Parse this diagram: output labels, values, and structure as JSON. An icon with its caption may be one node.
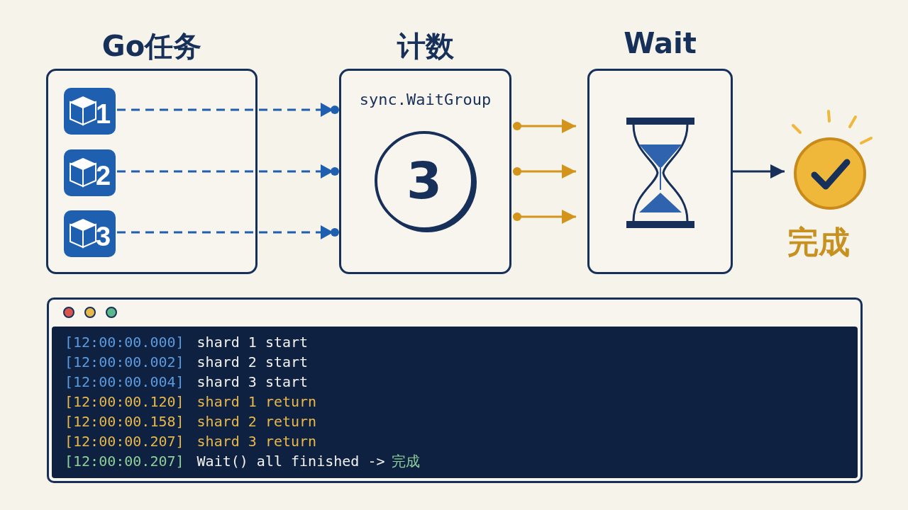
{
  "diagram": {
    "nodes": [
      {
        "text": [
          "Go任务"
        ]
      },
      {
        "text": [
          "1"
        ],
        "in": 0
      },
      {
        "text": [
          "2"
        ],
        "in": 0
      },
      {
        "text": [
          "3"
        ],
        "in": 0
      },
      {
        "text": [
          "计数",
          "sync.WaitGroup"
        ]
      },
      {
        "text": [
          "3"
        ],
        "in": 4
      },
      {
        "text": [
          "Wait"
        ]
      },
      {
        "text": [],
        "shape": "circle",
        "beside": [
          "完成"
        ]
      },
      {
        "text": [
          "[12:00:00.000]",
          "shard 1 start",
          "[12:00:00.002]",
          "shard 2 start",
          "[12:00:00.004]",
          "shard 3 start",
          "[12:00:00.120]",
          "shard 1 return",
          "[12:00:00.158]",
          "shard 2 return",
          "[12:00:00.207]",
          "shard 3 return",
          "[12:00:00.207]",
          "Wait() all finished ->",
          "完成"
        ]
      }
    ],
    "edges": [
      {
        "from": 1,
        "to": 4,
        "arrow": "to",
        "style": "dashed"
      },
      {
        "from": 2,
        "to": 4,
        "arrow": "to",
        "style": "dashed"
      },
      {
        "from": 3,
        "to": 4,
        "arrow": "to",
        "style": "dashed"
      },
      {
        "from": 4,
        "to": 6,
        "arrow": "to",
        "color": "#d4941c"
      },
      {
        "from": 4,
        "to": 6,
        "arrow": "to",
        "color": "#d4941c"
      },
      {
        "from": 4,
        "to": 6,
        "arrow": "to",
        "color": "#d4941c"
      },
      {
        "from": 6,
        "to": 7,
        "arrow": "to"
      }
    ]
  }
}
